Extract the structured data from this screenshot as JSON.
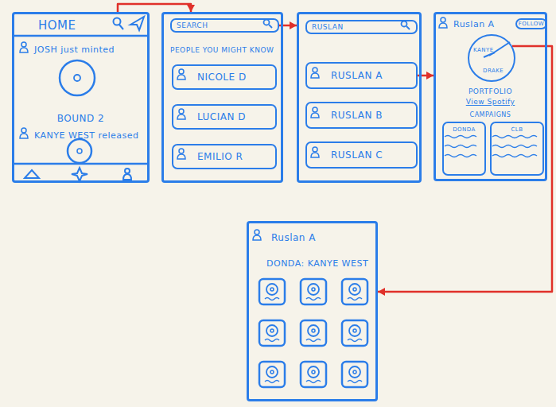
{
  "diagram": {
    "nodes": [
      {
        "text": [
          "HOME",
          "JOSH just minted",
          "BOUND 2",
          "KANYE WEST released"
        ]
      },
      {
        "text": [
          "PEOPLE YOU MIGHT KNOW"
        ]
      },
      {
        "text": [
          "SEARCH"
        ],
        "in": 1
      },
      {
        "text": [
          "NICOLE D"
        ],
        "in": 1
      },
      {
        "text": [
          "LUCIAN D"
        ],
        "in": 1
      },
      {
        "text": [
          "EMILIO R"
        ],
        "in": 1
      },
      {
        "text": []
      },
      {
        "text": [
          "RUSLAN"
        ],
        "in": 6
      },
      {
        "text": [
          "RUSLAN A"
        ],
        "in": 6
      },
      {
        "text": [
          "RUSLAN B"
        ],
        "in": 6
      },
      {
        "text": [
          "RUSLAN C"
        ],
        "in": 6
      },
      {
        "text": [
          "Ruslan A",
          "PORTFOLIO",
          "View Spotify",
          "CAMPAIGNS"
        ]
      },
      {
        "text": [
          "FOLLOW"
        ],
        "in": 11
      },
      {
        "text": [
          "KANYE",
          "DRAKE"
        ],
        "in": 11
      },
      {
        "text": [
          "DONDA"
        ],
        "in": 11
      },
      {
        "text": [
          "CLB"
        ],
        "in": 11
      },
      {
        "text": [
          "Ruslan A",
          "DONDA: KANYE WEST"
        ]
      }
    ],
    "edges": [
      {
        "from": 0,
        "to": 1,
        "arrow": "to"
      },
      {
        "from": 2,
        "to": 6,
        "arrow": "to"
      },
      {
        "from": 8,
        "to": 11,
        "arrow": "to"
      },
      {
        "from": 13,
        "to": 16,
        "arrow": "to"
      }
    ]
  }
}
